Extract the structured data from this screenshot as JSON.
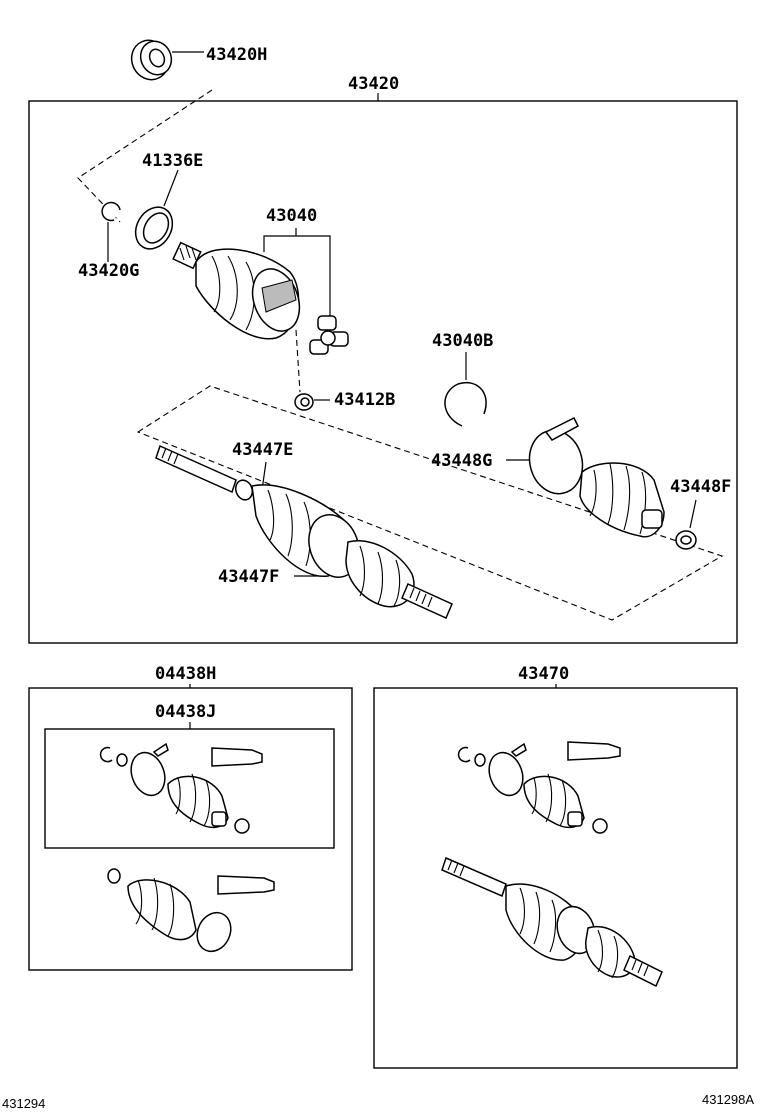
{
  "labels": {
    "p43420H": "43420H",
    "p43420": "43420",
    "p41336E": "41336E",
    "p43420G": "43420G",
    "p43040": "43040",
    "p43040B": "43040B",
    "p43412B": "43412B",
    "p43447E": "43447E",
    "p43448G": "43448G",
    "p43448F": "43448F",
    "p43447F": "43447F",
    "p04438H": "04438H",
    "p04438J": "04438J",
    "p43470": "43470"
  },
  "footer": {
    "left_ref": "431294",
    "right_ref": "431298A"
  }
}
